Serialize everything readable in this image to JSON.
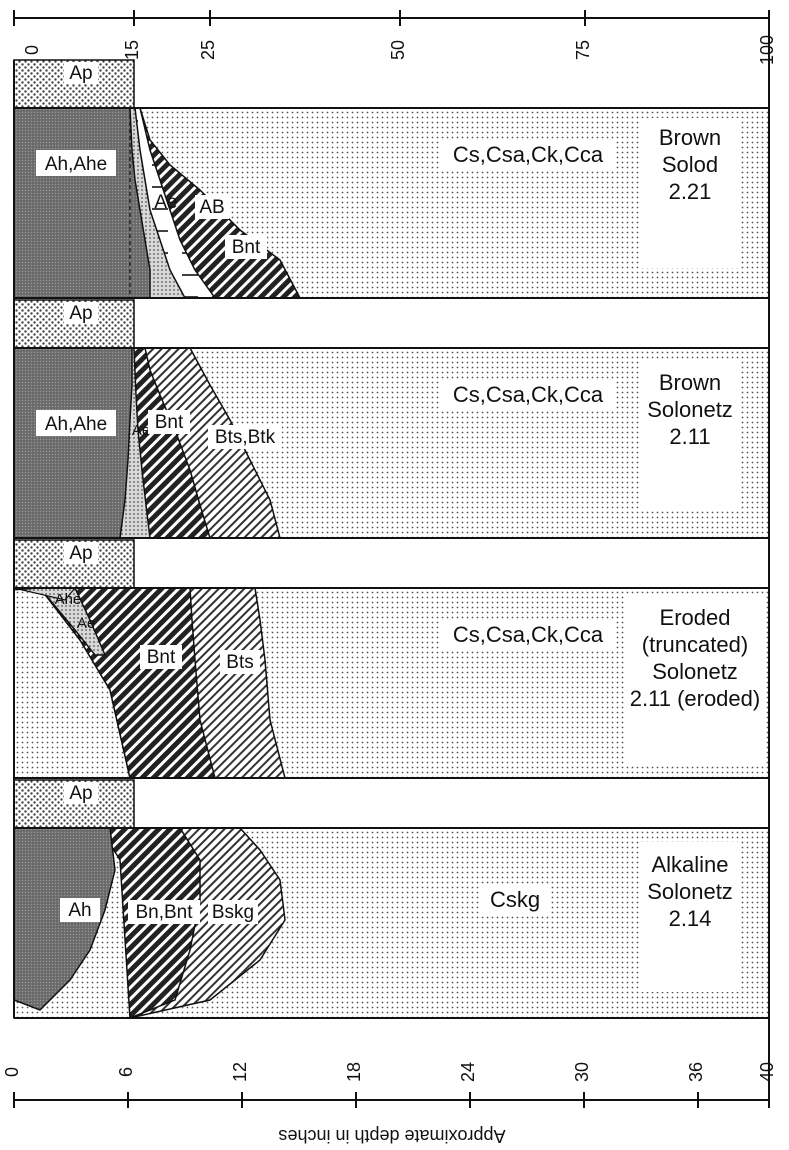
{
  "axis_left": {
    "title": "Approximate depth in inches",
    "ticks": [
      "0",
      "6",
      "12",
      "18",
      "24",
      "30",
      "36",
      "40"
    ]
  },
  "axis_right": {
    "ticks": [
      "0",
      "15",
      "25",
      "50",
      "75",
      "100"
    ]
  },
  "profiles": [
    {
      "key": "alkaline",
      "horizons": {
        "ap": "Ap",
        "ah": "Ah",
        "bn": "Bn,Bnt",
        "bskg": "Bskg",
        "c": "Cskg"
      },
      "caption": [
        "Alkaline",
        "Solonetz",
        "2.14"
      ]
    },
    {
      "key": "eroded",
      "horizons": {
        "ap": "Ap",
        "ahe": "Ahe",
        "ae": "Ae",
        "bnt": "Bnt",
        "bts": "Bts",
        "c": "Cs,Csa,Ck,Cca"
      },
      "caption": [
        "Eroded",
        "(truncated)",
        "Solonetz",
        "2.11 (eroded)"
      ]
    },
    {
      "key": "brown-solonetz",
      "horizons": {
        "ap": "Ap",
        "ah": "Ah,Ahe",
        "ae": "Ae",
        "bnt": "Bnt",
        "bts": "Bts,Btk",
        "c": "Cs,Csa,Ck,Cca"
      },
      "caption": [
        "Brown",
        "Solonetz",
        "2.11"
      ]
    },
    {
      "key": "brown-solod",
      "horizons": {
        "ap": "Ap",
        "ah": "Ah,Ahe",
        "ae": "Ae",
        "ab": "AB",
        "bnt": "Bnt",
        "c": "Cs,Csa,Ck,Cca"
      },
      "caption": [
        "Brown",
        "Solod",
        "2.21"
      ]
    }
  ],
  "colors": {
    "dark": "#555555",
    "medium": "#8a8a8a",
    "light_dots": "#bdbdbd",
    "line": "#111111"
  }
}
